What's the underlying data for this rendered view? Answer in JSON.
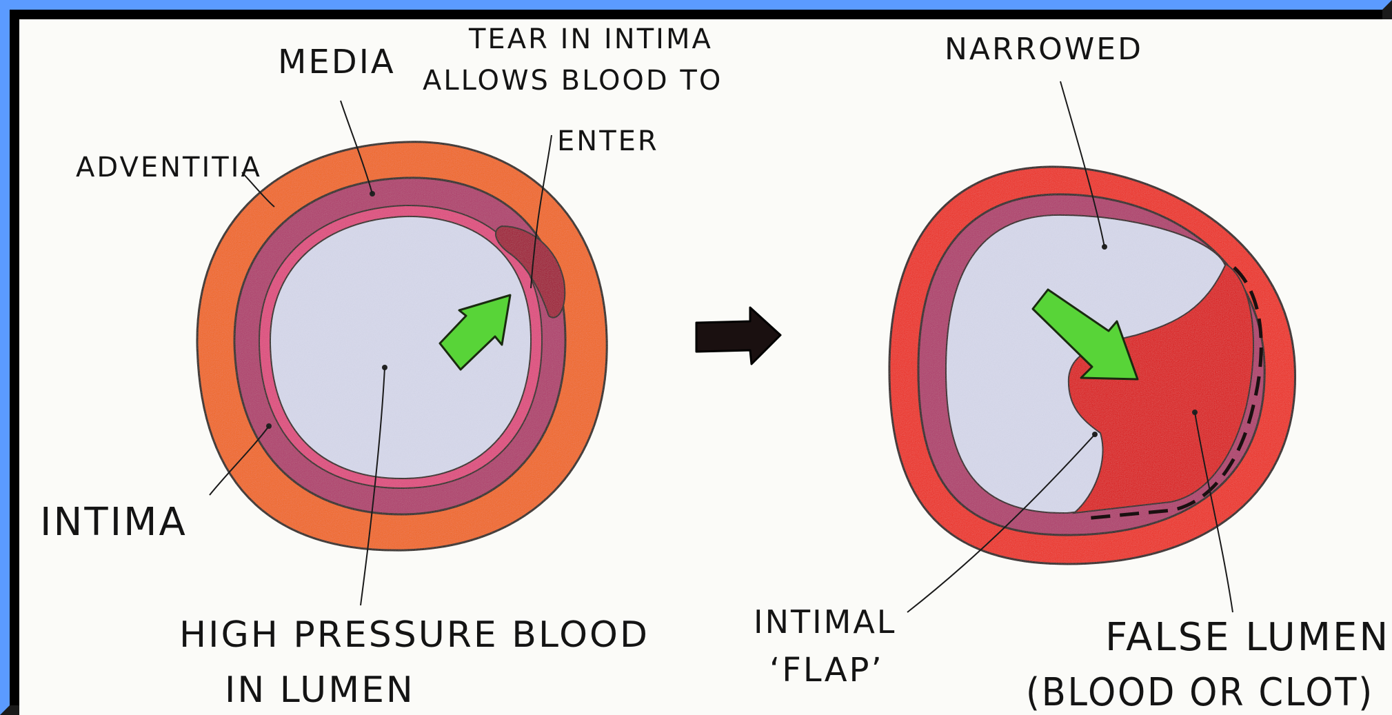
{
  "diagram": {
    "left": {
      "labels": {
        "media": "MEDIA",
        "tear_line1": "TEAR IN INTIMA",
        "tear_line2": "ALLOWS BLOOD TO",
        "tear_line3": "ENTER",
        "adventitia": "ADVENTITIA",
        "intima": "INTIMA",
        "lumen_line1": "HIGH PRESSURE BLOOD",
        "lumen_line2": "IN LUMEN"
      }
    },
    "right": {
      "labels": {
        "narrowed": "NARROWED",
        "flap_line1": "INTIMAL",
        "flap_line2": "‘FLAP’",
        "false_lumen_line1": "FALSE LUMEN",
        "false_lumen_line2": "(BLOOD OR CLOT)"
      }
    },
    "colors": {
      "adventitia_left": "#f2681e",
      "media": "#b03a6c",
      "intima": "#e0497e",
      "lumen": "#d7d9ec",
      "adventitia_right": "#ee2a1e",
      "false_lumen": "#dd1010",
      "flow_arrow": "#58d438",
      "transition_arrow": "#1a1010"
    }
  }
}
